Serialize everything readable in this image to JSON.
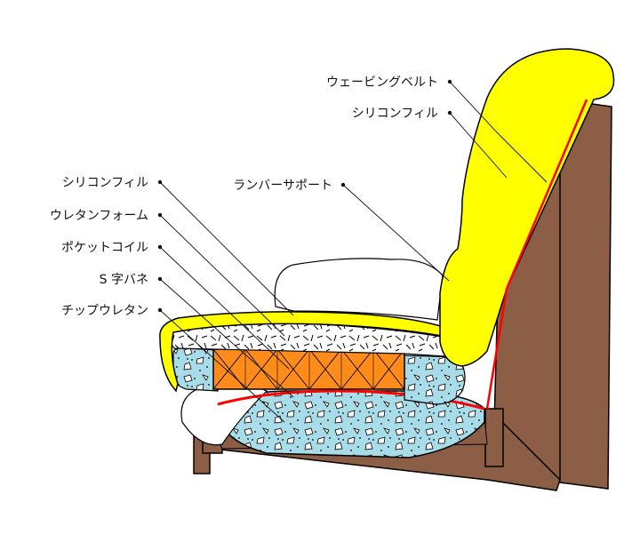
{
  "labels": {
    "webbing_belt": "ウェービングベルト",
    "silicone_fill_back": "シリコンフィル",
    "lumbar_support": "ランバーサポート",
    "silicone_fill_seat": "シリコンフィル",
    "urethane_foam": "ウレタンフォーム",
    "pocket_coil": "ポケットコイル",
    "s_spring": "S 字バネ",
    "chip_urethane": "チップウレタン"
  },
  "colors": {
    "frame": "#8b5e45",
    "silicone_fill": "#ffff00",
    "coil": "#ff8c1a",
    "chip_urethane": "#a8dce8",
    "belt": "#ff0000",
    "outline": "#000000"
  }
}
